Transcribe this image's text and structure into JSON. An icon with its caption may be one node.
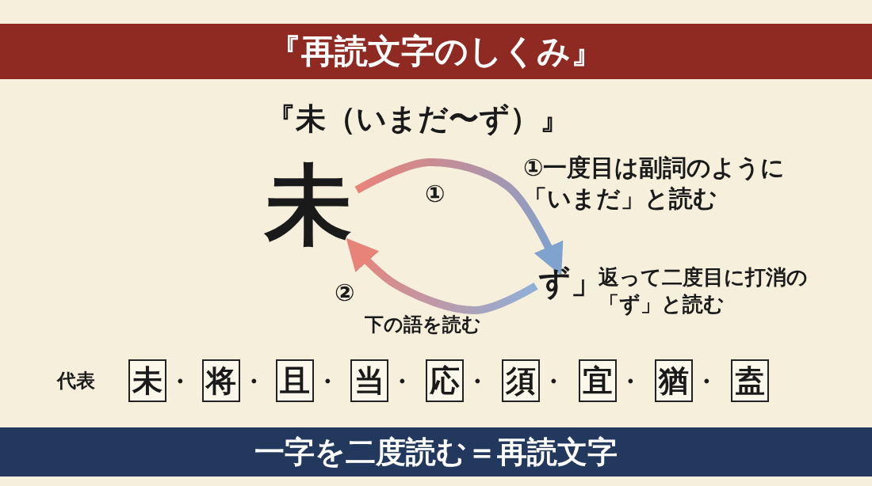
{
  "diagram": {
    "title": "『再読文字のしくみ』",
    "caption": "一字を二度読む＝再読文字",
    "nodes": [
      {
        "text": [
          "未"
        ]
      },
      {
        "text": [
          "ず」"
        ]
      },
      {
        "text": [
          "未"
        ]
      },
      {
        "text": [
          "将"
        ]
      },
      {
        "text": [
          "且"
        ]
      },
      {
        "text": [
          "当"
        ]
      },
      {
        "text": [
          "応"
        ]
      },
      {
        "text": [
          "須"
        ]
      },
      {
        "text": [
          "宜"
        ]
      },
      {
        "text": [
          "猶"
        ]
      },
      {
        "text": [
          "盍"
        ]
      }
    ],
    "edges": [
      {
        "from": 0,
        "to": 1,
        "arrow": "to",
        "label": "①"
      },
      {
        "from": 1,
        "to": 0,
        "arrow": "to",
        "label": "②"
      }
    ],
    "labels": [
      "『未（いまだ〜ず）』",
      "①一度目は副詞のように「いまだ」と読む",
      "返って二度目に打消の「ず」と読む",
      "下の語を読む",
      "代表",
      "・",
      "・",
      "・",
      "・",
      "・",
      "・",
      "・",
      "・"
    ]
  }
}
